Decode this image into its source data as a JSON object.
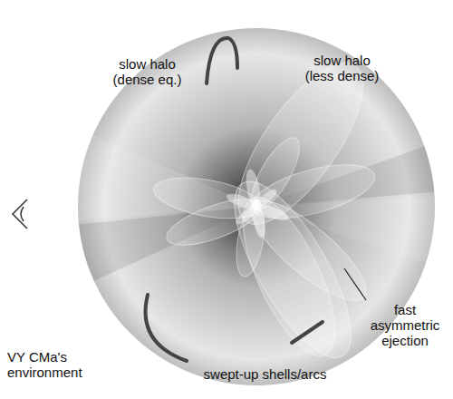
{
  "diagram": {
    "labels": [
      "slow halo (dense eq.)",
      "slow halo (less dense)",
      "fast asymmetric ejection",
      "swept-up shells/arcs",
      "VY CMa's environment"
    ]
  }
}
